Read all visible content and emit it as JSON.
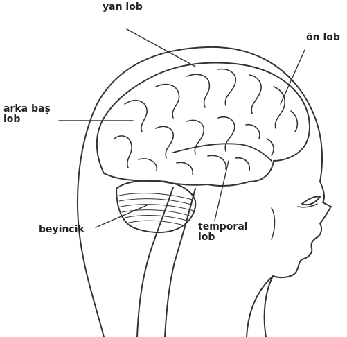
{
  "labels": {
    "parietal": "yan lob",
    "frontal": "ön lob",
    "occipital_line1": "arka baş",
    "occipital_line2": "lob",
    "cerebellum": "beyincik",
    "temporal_line1": "temporal",
    "temporal_line2": "lob"
  },
  "colors": {
    "line": "#333333",
    "text": "#222222",
    "background": "#ffffff"
  }
}
